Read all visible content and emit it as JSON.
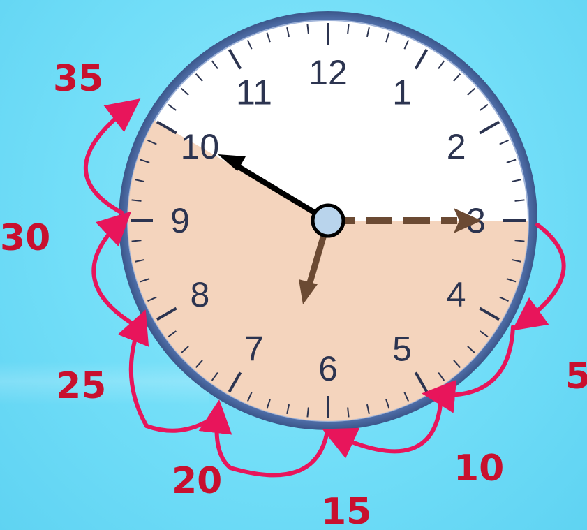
{
  "clock": {
    "numbers": [
      "12",
      "1",
      "2",
      "3",
      "4",
      "5",
      "6",
      "7",
      "8",
      "9",
      "10",
      "11"
    ],
    "hour_hand_points_to": "7",
    "minute_hand_points_to": "10",
    "dashed_reference_points_to": "3"
  },
  "colors": {
    "background": "#6fdcf7",
    "shaded_sector": "#f3d1b8",
    "clock_face": "#ffffff",
    "rim": "#5f7fb8",
    "count_arrow": "#e8155b",
    "count_label": "#c8102e",
    "hour_hand": "#6b4a33",
    "minute_hand": "#000000",
    "center_cap": "#b9d4ec"
  },
  "count_labels": [
    "5",
    "10",
    "15",
    "20",
    "25",
    "30",
    "35"
  ]
}
